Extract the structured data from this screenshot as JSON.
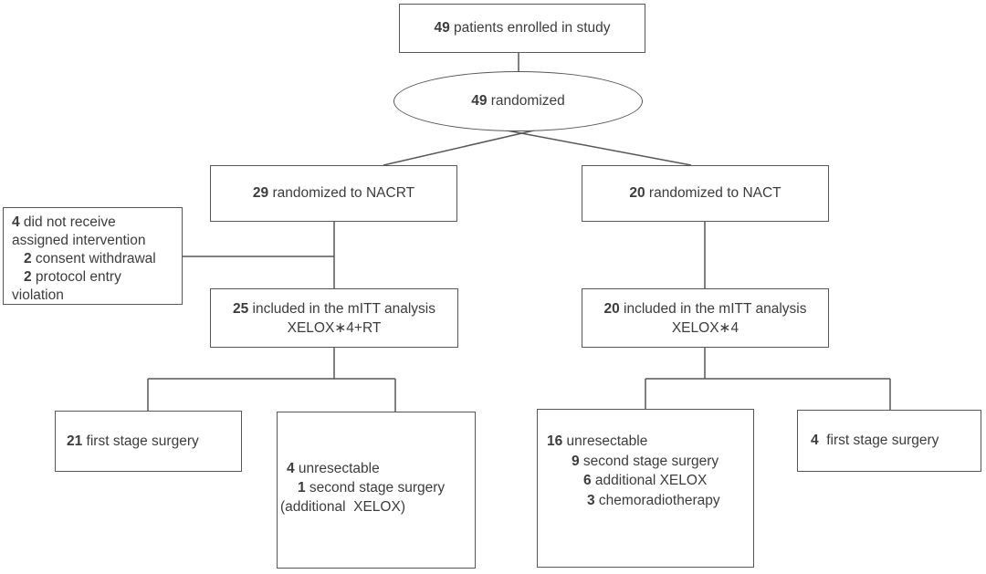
{
  "palette": {
    "line_color": "#57575a",
    "text_color": "#3c3c3e",
    "background": "#ffffff"
  },
  "boxes": {
    "enrolled": {
      "num": "49",
      "text": " patients enrolled in study"
    },
    "randomized": {
      "num": "49",
      "text": " randomized"
    },
    "nacrt": {
      "num": "29",
      "text": " randomized to NACRT"
    },
    "nact": {
      "num": "20",
      "text": " randomized to NACT"
    },
    "exclusion": {
      "lines": [
        {
          "num": "4",
          "text": " did not receive"
        },
        {
          "num": "",
          "text": "assigned intervention"
        },
        {
          "num": "2",
          "text": " consent withdrawal"
        },
        {
          "num": "2",
          "text": " protocol entry"
        },
        {
          "num": "",
          "text": "violation"
        }
      ]
    },
    "mitt_left": {
      "num": "25",
      "text": " included in the mITT analysis",
      "regimen": "XELOX∗4+RT"
    },
    "mitt_right": {
      "num": "20",
      "text": " included in the mITT analysis",
      "regimen": "XELOX∗4"
    },
    "first_stage_left": {
      "num": "21",
      "text": " first stage surgery"
    },
    "unresectable_left": {
      "lines": [
        {
          "num": "4",
          "text": " unresectable"
        },
        {
          "num": "1",
          "text": " second stage surgery"
        },
        {
          "num": "",
          "text": "(additional  XELOX)"
        }
      ]
    },
    "unresectable_right": {
      "lines": [
        {
          "num": "16",
          "text": " unresectable"
        },
        {
          "num": "9",
          "text": " second stage surgery"
        },
        {
          "num": "6",
          "text": " additional XELOX"
        },
        {
          "num": "3",
          "text": " chemoradiotherapy"
        }
      ]
    },
    "first_stage_right": {
      "num": "4",
      "text": "  first stage surgery"
    }
  }
}
